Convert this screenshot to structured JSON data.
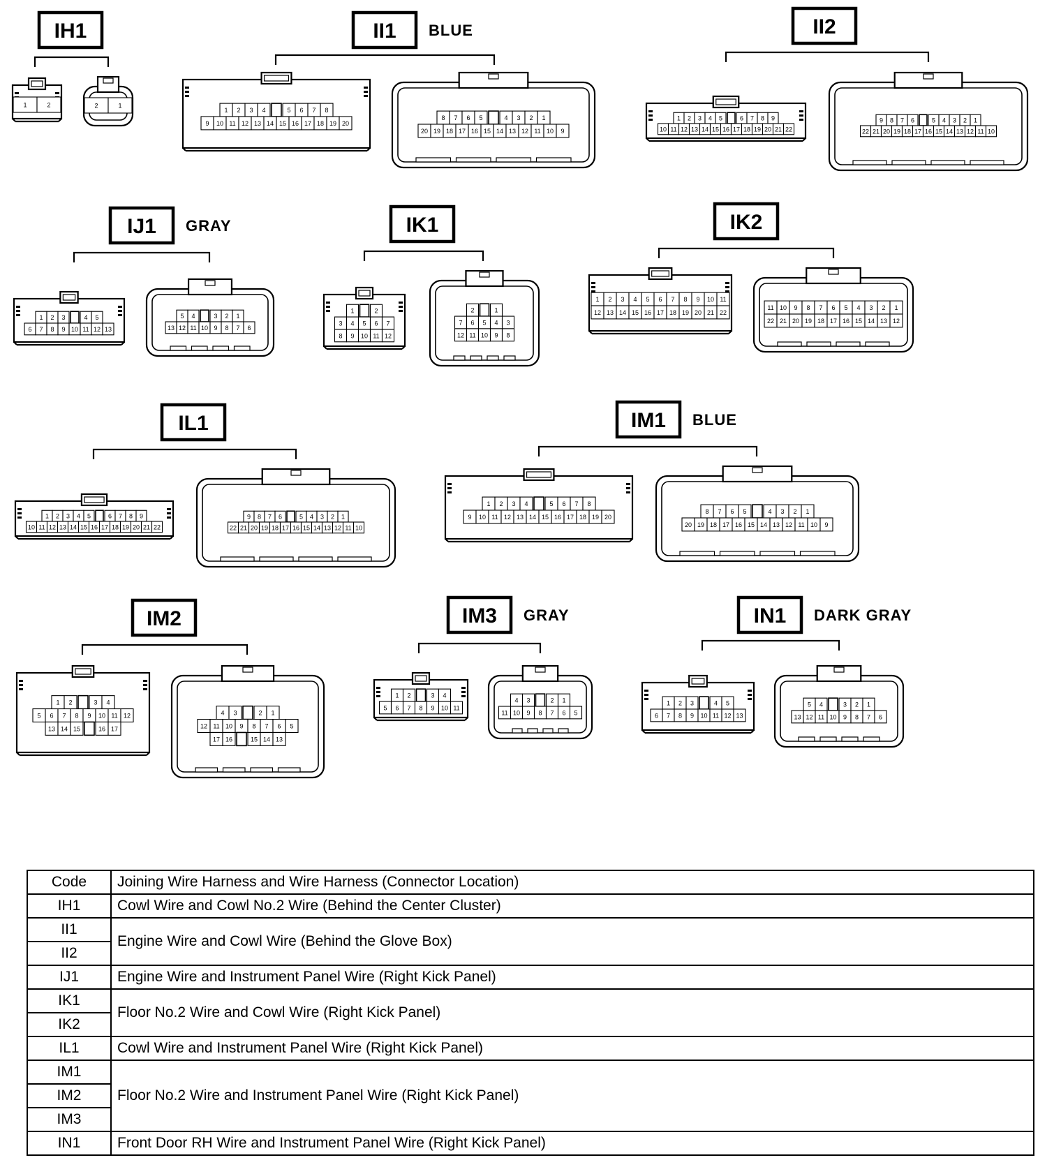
{
  "connectors": [
    {
      "code": "IH1",
      "color": "",
      "rows_male": [
        [
          "1",
          "2"
        ]
      ],
      "rows_female": [
        [
          "2",
          "1"
        ]
      ]
    },
    {
      "code": "II1",
      "color": "BLUE",
      "rows_male": [
        [
          "1",
          "2",
          "3",
          "4",
          "",
          "5",
          "6",
          "7",
          "8"
        ],
        [
          "9",
          "10",
          "11",
          "12",
          "13",
          "14",
          "15",
          "16",
          "17",
          "18",
          "19",
          "20"
        ]
      ],
      "rows_female": [
        [
          "8",
          "7",
          "6",
          "5",
          "",
          "4",
          "3",
          "2",
          "1"
        ],
        [
          "20",
          "19",
          "18",
          "17",
          "16",
          "15",
          "14",
          "13",
          "12",
          "11",
          "10",
          "9"
        ]
      ]
    },
    {
      "code": "II2",
      "color": "",
      "rows_male": [
        [
          "1",
          "2",
          "3",
          "4",
          "5",
          "",
          "6",
          "7",
          "8",
          "9"
        ],
        [
          "10",
          "11",
          "12",
          "13",
          "14",
          "15",
          "16",
          "17",
          "18",
          "19",
          "20",
          "21",
          "22"
        ]
      ],
      "rows_female": [
        [
          "9",
          "8",
          "7",
          "6",
          "",
          "5",
          "4",
          "3",
          "2",
          "1"
        ],
        [
          "22",
          "21",
          "20",
          "19",
          "18",
          "17",
          "16",
          "15",
          "14",
          "13",
          "12",
          "11",
          "10"
        ]
      ]
    },
    {
      "code": "IJ1",
      "color": "GRAY",
      "rows_male": [
        [
          "1",
          "2",
          "3",
          "",
          "4",
          "5"
        ],
        [
          "6",
          "7",
          "8",
          "9",
          "10",
          "11",
          "12",
          "13"
        ]
      ],
      "rows_female": [
        [
          "5",
          "4",
          "",
          "3",
          "2",
          "1"
        ],
        [
          "13",
          "12",
          "11",
          "10",
          "9",
          "8",
          "7",
          "6"
        ]
      ]
    },
    {
      "code": "IK1",
      "color": "",
      "rows_male": [
        [
          "1",
          "",
          "2"
        ],
        [
          "3",
          "4",
          "5",
          "6",
          "7"
        ],
        [
          "8",
          "9",
          "10",
          "11",
          "12"
        ]
      ],
      "rows_female": [
        [
          "2",
          "",
          "1"
        ],
        [
          "7",
          "6",
          "5",
          "4",
          "3"
        ],
        [
          "12",
          "11",
          "10",
          "9",
          "8"
        ]
      ]
    },
    {
      "code": "IK2",
      "color": "",
      "rows_male": [
        [
          "1",
          "2",
          "3",
          "4",
          "5",
          "6",
          "7",
          "8",
          "9",
          "10",
          "11"
        ],
        [
          "12",
          "13",
          "14",
          "15",
          "16",
          "17",
          "18",
          "19",
          "20",
          "21",
          "22"
        ]
      ],
      "rows_female": [
        [
          "11",
          "10",
          "9",
          "8",
          "7",
          "6",
          "5",
          "4",
          "3",
          "2",
          "1"
        ],
        [
          "22",
          "21",
          "20",
          "19",
          "18",
          "17",
          "16",
          "15",
          "14",
          "13",
          "12"
        ]
      ]
    },
    {
      "code": "IL1",
      "color": "",
      "rows_male": [
        [
          "1",
          "2",
          "3",
          "4",
          "5",
          "",
          "6",
          "7",
          "8",
          "9"
        ],
        [
          "10",
          "11",
          "12",
          "13",
          "14",
          "15",
          "16",
          "17",
          "18",
          "19",
          "20",
          "21",
          "22"
        ]
      ],
      "rows_female": [
        [
          "9",
          "8",
          "7",
          "6",
          "",
          "5",
          "4",
          "3",
          "2",
          "1"
        ],
        [
          "22",
          "21",
          "20",
          "19",
          "18",
          "17",
          "16",
          "15",
          "14",
          "13",
          "12",
          "11",
          "10"
        ]
      ]
    },
    {
      "code": "IM1",
      "color": "BLUE",
      "rows_male": [
        [
          "1",
          "2",
          "3",
          "4",
          "",
          "5",
          "6",
          "7",
          "8"
        ],
        [
          "9",
          "10",
          "11",
          "12",
          "13",
          "14",
          "15",
          "16",
          "17",
          "18",
          "19",
          "20"
        ]
      ],
      "rows_female": [
        [
          "8",
          "7",
          "6",
          "5",
          "",
          "4",
          "3",
          "2",
          "1"
        ],
        [
          "20",
          "19",
          "18",
          "17",
          "16",
          "15",
          "14",
          "13",
          "12",
          "11",
          "10",
          "9"
        ]
      ]
    },
    {
      "code": "IM2",
      "color": "",
      "rows_male": [
        [
          "1",
          "2",
          "",
          "3",
          "4"
        ],
        [
          "5",
          "6",
          "7",
          "8",
          "9",
          "10",
          "11",
          "12"
        ],
        [
          "13",
          "14",
          "15",
          "",
          "16",
          "17"
        ]
      ],
      "rows_female": [
        [
          "4",
          "3",
          "",
          "2",
          "1"
        ],
        [
          "12",
          "11",
          "10",
          "9",
          "8",
          "7",
          "6",
          "5"
        ],
        [
          "17",
          "16",
          "",
          "15",
          "14",
          "13"
        ]
      ]
    },
    {
      "code": "IM3",
      "color": "GRAY",
      "rows_male": [
        [
          "1",
          "2",
          "",
          "3",
          "4"
        ],
        [
          "5",
          "6",
          "7",
          "8",
          "9",
          "10",
          "11"
        ]
      ],
      "rows_female": [
        [
          "4",
          "3",
          "",
          "2",
          "1"
        ],
        [
          "11",
          "10",
          "9",
          "8",
          "7",
          "6",
          "5"
        ]
      ]
    },
    {
      "code": "IN1",
      "color": "DARK GRAY",
      "rows_male": [
        [
          "1",
          "2",
          "3",
          "",
          "4",
          "5"
        ],
        [
          "6",
          "7",
          "8",
          "9",
          "10",
          "11",
          "12",
          "13"
        ]
      ],
      "rows_female": [
        [
          "5",
          "4",
          "",
          "3",
          "2",
          "1"
        ],
        [
          "13",
          "12",
          "11",
          "10",
          "9",
          "8",
          "7",
          "6"
        ]
      ]
    }
  ],
  "table": {
    "header": {
      "code": "Code",
      "desc": "Joining Wire Harness and Wire Harness (Connector Location)"
    },
    "rows": [
      {
        "codes": [
          "IH1"
        ],
        "desc": "Cowl Wire and Cowl No.2 Wire (Behind the Center Cluster)"
      },
      {
        "codes": [
          "II1",
          "II2"
        ],
        "desc": "Engine Wire and Cowl Wire (Behind the Glove Box)"
      },
      {
        "codes": [
          "IJ1"
        ],
        "desc": "Engine Wire and Instrument Panel Wire (Right Kick Panel)"
      },
      {
        "codes": [
          "IK1",
          "IK2"
        ],
        "desc": "Floor No.2 Wire and Cowl Wire (Right Kick Panel)"
      },
      {
        "codes": [
          "IL1"
        ],
        "desc": "Cowl Wire and Instrument Panel Wire (Right Kick Panel)"
      },
      {
        "codes": [
          "IM1",
          "IM2",
          "IM3"
        ],
        "desc": "Floor No.2 Wire and Instrument Panel Wire (Right Kick Panel)"
      },
      {
        "codes": [
          "IN1"
        ],
        "desc": "Front Door RH Wire and Instrument Panel Wire (Right Kick Panel)"
      }
    ]
  }
}
